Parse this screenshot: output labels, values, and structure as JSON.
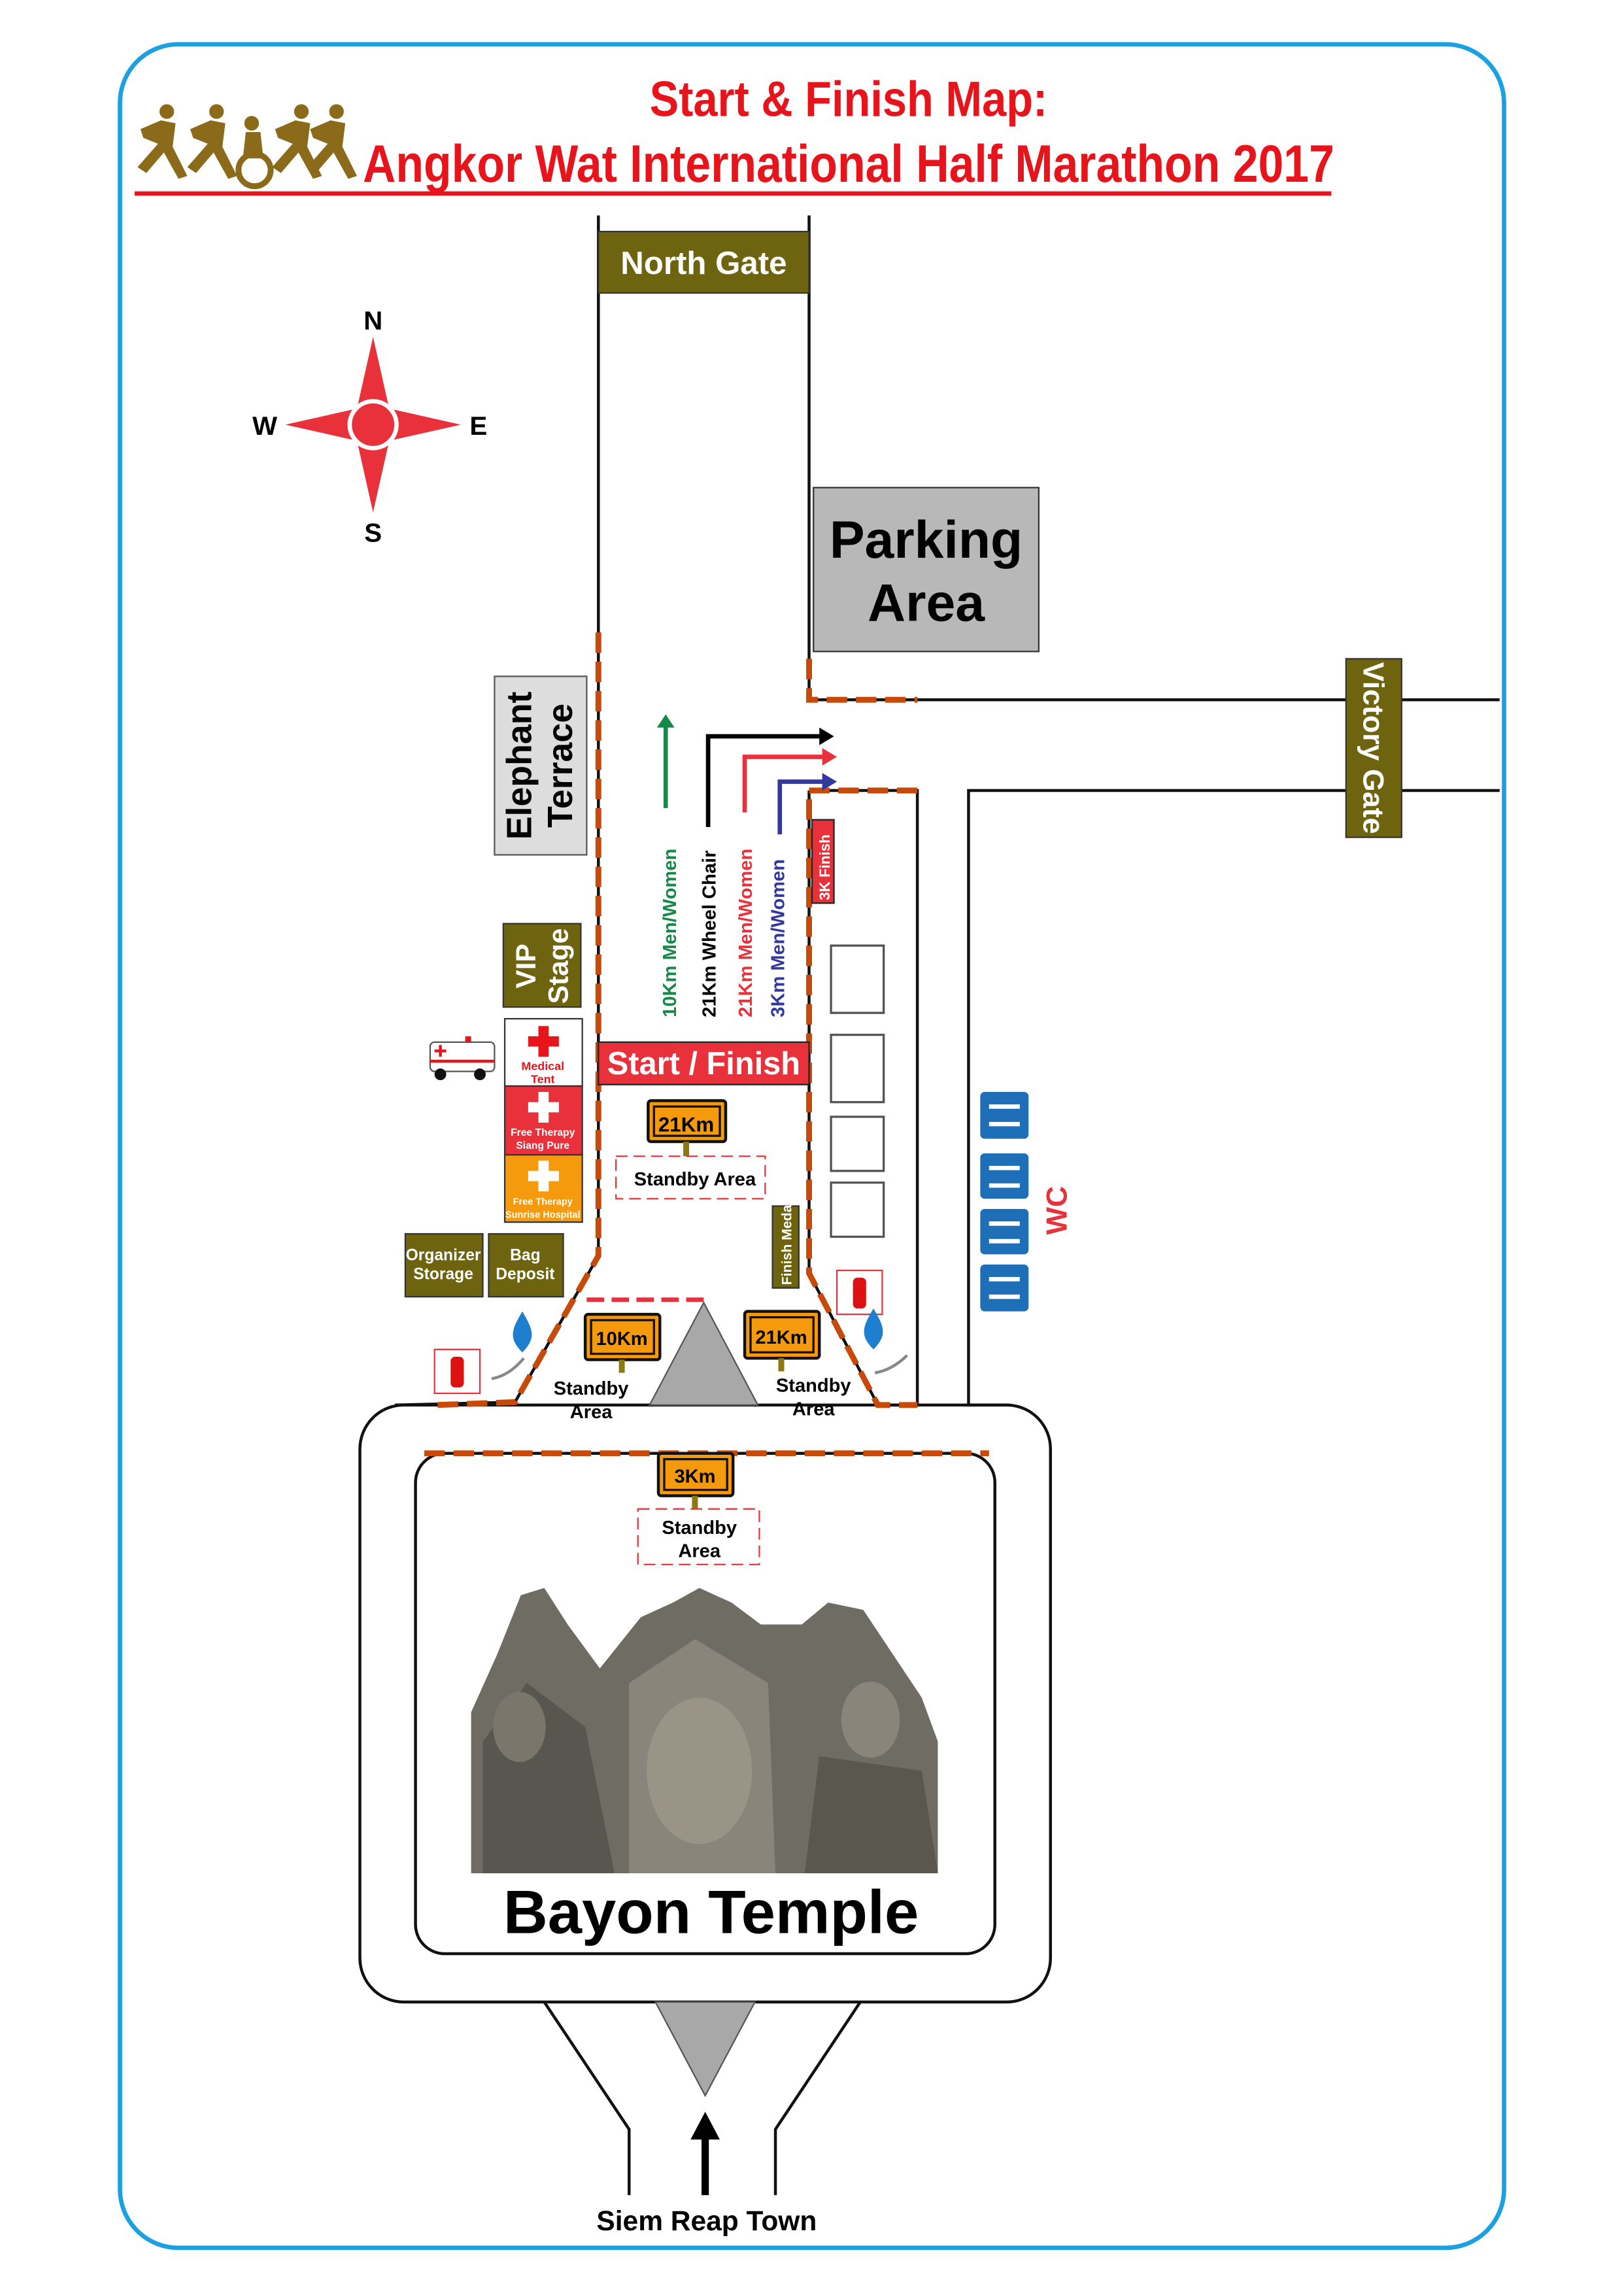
{
  "title": {
    "line1": "Start & Finish Map:",
    "line2": "Angkor Wat International Half Marathon 2017",
    "logo_icon": "runners-logo-icon"
  },
  "compass": {
    "north": "N",
    "south": "S",
    "west": "W",
    "east": "E"
  },
  "gates": {
    "north": "North Gate",
    "victory": "Victory Gate"
  },
  "areas": {
    "parking_line1": "Parking",
    "parking_line2": "Area",
    "elephant_line1": "Elephant",
    "elephant_line2": "Terrace",
    "vip_line1": "VIP",
    "vip_line2": "Stage",
    "medical_line1": "Medical",
    "medical_line2": "Tent",
    "therapy1_line1": "Free Therapy",
    "therapy1_line2": "Siang Pure",
    "therapy2_line1": "Free Therapy",
    "therapy2_line2": "Sunrise Hospital",
    "organizer_line1": "Organizer",
    "organizer_line2": "Storage",
    "bag_line1": "Bag",
    "bag_line2": "Deposit",
    "start_finish": "Start / Finish",
    "finish_medal": "Finish Medal",
    "finish_3k": "3K Finish",
    "wc": "WC",
    "bayon": "Bayon Temple",
    "siem_reap": "Siem Reap Town"
  },
  "routes": [
    {
      "label": "10Km Men/Women",
      "color": "#15884a"
    },
    {
      "label": "21Km Wheel Chair",
      "color": "#000000"
    },
    {
      "label": "21Km Men/Women",
      "color": "#e8313a"
    },
    {
      "label": "3Km Men/Women",
      "color": "#33399a"
    }
  ],
  "standby": {
    "sign_21_top": "21Km",
    "label_21_top": "Standby Area",
    "sign_10": "10Km",
    "label_10_line1": "Standby",
    "label_10_line2": "Area",
    "sign_21_right": "21Km",
    "label_21_right_line1": "Standby",
    "label_21_right_line2": "Area",
    "sign_3": "3Km",
    "label_3_line1": "Standby",
    "label_3_line2": "Area"
  },
  "colors": {
    "accent_red": "#e8141c",
    "border_blue": "#1ba1e2",
    "olive": "#6e6410",
    "orange": "#f59a0c",
    "route_dash": "#c84a0a",
    "wc_blue": "#1e6fb8"
  }
}
